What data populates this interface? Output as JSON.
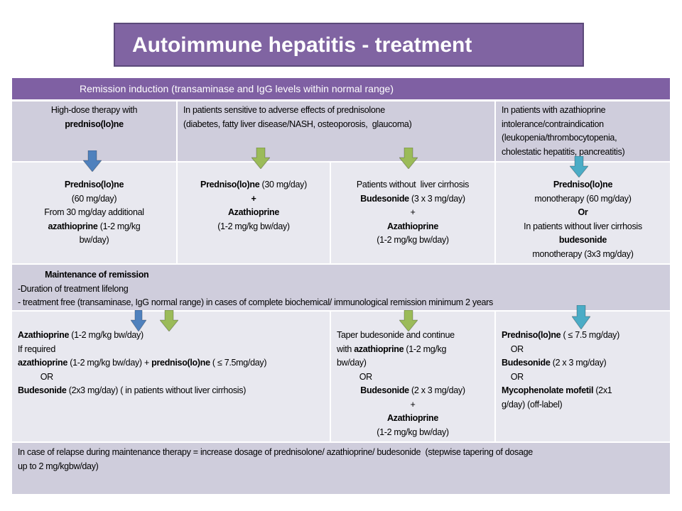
{
  "title": "Autoimmune hepatitis - treatment",
  "header": "Remission induction  (transaminase and IgG levels  within normal range)",
  "colors": {
    "blue": "#4F81BD",
    "green": "#9BBB59",
    "teal": "#4BACC6",
    "purple": "#8064A2"
  },
  "cells": {
    "r1c1": [
      [
        [
          "High-dose therapy with",
          0
        ]
      ],
      [
        [
          "predniso(lo)ne",
          1
        ]
      ]
    ],
    "r1c2": [
      [
        [
          "In patients sensitive to adverse effects of prednisolone",
          0
        ]
      ],
      [
        [
          "(diabetes, fatty liver disease/NASH, osteoporosis,  glaucoma)",
          0
        ]
      ]
    ],
    "r1c4": [
      [
        [
          "In patients with azathioprine",
          0
        ]
      ],
      [
        [
          "intolerance/contraindication",
          0
        ]
      ],
      [
        [
          "(leukopenia/thrombocytopenia,",
          0
        ]
      ],
      [
        [
          "cholestatic hepatitis, pancreatitis)",
          0
        ]
      ]
    ],
    "r2c1": [
      [
        [
          "Predniso(lo)ne",
          1
        ]
      ],
      [
        [
          "(60 mg/day)",
          0
        ]
      ],
      [
        [
          "From 30 mg/day additional",
          0
        ]
      ],
      [
        [
          "azathioprine",
          1
        ],
        [
          " (1-2 mg/kg",
          0
        ]
      ],
      [
        [
          "bw/day)",
          0
        ]
      ]
    ],
    "r2c2": [
      [
        [
          "Predniso(lo)ne",
          1
        ],
        [
          " (30 mg/day)",
          0
        ]
      ],
      [
        [
          "+",
          1
        ]
      ],
      [
        [
          "Azathioprine",
          1
        ]
      ],
      [
        [
          "(1-2 mg/kg bw/day)",
          0
        ]
      ]
    ],
    "r2c3": [
      [
        [
          "Patients without  liver cirrhosis",
          0
        ]
      ],
      [
        [
          "Budesonide",
          1
        ],
        [
          " (3 x 3 mg/day)",
          0
        ]
      ],
      [
        [
          "+",
          0
        ]
      ],
      [
        [
          "Azathioprine",
          1
        ]
      ],
      [
        [
          "(1-2 mg/kg bw/day)",
          0
        ]
      ]
    ],
    "r2c4": [
      [
        [
          "Predniso(lo)ne",
          1
        ]
      ],
      [
        [
          "monotherapy (60 mg/day)",
          0
        ]
      ],
      [
        [
          "Or",
          1
        ]
      ],
      [
        [
          "In patients without liver cirrhosis",
          0
        ]
      ],
      [
        [
          "budesonide",
          1
        ]
      ],
      [
        [
          "monotherapy (3x3 mg/day)",
          0
        ]
      ]
    ],
    "r3": [
      [
        [
          "            Maintenance of remission",
          1
        ]
      ],
      [
        [
          "-Duration of treatment lifelong",
          0
        ]
      ],
      [
        [
          "- treatment free (transaminase, IgG normal range) in cases of complete biochemical/ immunological remission minimum 2 years",
          0
        ]
      ]
    ],
    "r4c1": [
      [
        [
          "Azathioprine",
          1
        ],
        [
          " (1-2 mg/kg bw/day)",
          0
        ]
      ],
      [
        [
          "If required",
          0
        ]
      ],
      [
        [
          "azathioprine",
          1
        ],
        [
          " (1-2 mg/kg bw/day) + ",
          0
        ],
        [
          "predniso(lo)ne",
          1
        ],
        [
          " ( ≤ 7.5mg/day)",
          0
        ]
      ],
      [
        [
          "          OR",
          0
        ]
      ],
      [
        [
          "Budesonide",
          1
        ],
        [
          " (2x3 mg/day) ( in patients without liver cirrhosis)",
          0
        ]
      ]
    ],
    "r4c3a": [
      [
        [
          "Taper budesonide and continue",
          0
        ]
      ],
      [
        [
          "with ",
          0
        ],
        [
          "azathioprine",
          1
        ],
        [
          " (1-2 mg/kg",
          0
        ]
      ],
      [
        [
          "bw/day)",
          0
        ]
      ],
      [
        [
          "          OR",
          0
        ]
      ]
    ],
    "r4c3b": [
      [
        [
          "Budesonide",
          1
        ],
        [
          " (2 x 3 mg/day)",
          0
        ]
      ],
      [
        [
          "+",
          0
        ]
      ],
      [
        [
          "Azathioprine",
          1
        ]
      ],
      [
        [
          "(1-2 mg/kg bw/day)",
          0
        ]
      ]
    ],
    "r4c4": [
      [
        [
          "Predniso(lo)ne",
          1
        ],
        [
          " ( ≤ 7.5 mg/day)",
          0
        ]
      ],
      [
        [
          "    OR",
          0
        ]
      ],
      [
        [
          "Budesonide",
          1
        ],
        [
          " (2 x 3 mg/day)",
          0
        ]
      ],
      [
        [
          "    OR",
          0
        ]
      ],
      [
        [
          "Mycophenolate mofetil",
          1
        ],
        [
          " (2x1",
          0
        ]
      ],
      [
        [
          "g/day) (off-label)",
          0
        ]
      ]
    ],
    "r5": [
      [
        [
          "In case of relapse during maintenance therapy = increase dosage of prednisolone/ azathioprine/ budesonide  (stepwise tapering of dosage",
          0
        ]
      ],
      [
        [
          "up to 2 mg/kgbw/day)",
          0
        ]
      ]
    ]
  }
}
